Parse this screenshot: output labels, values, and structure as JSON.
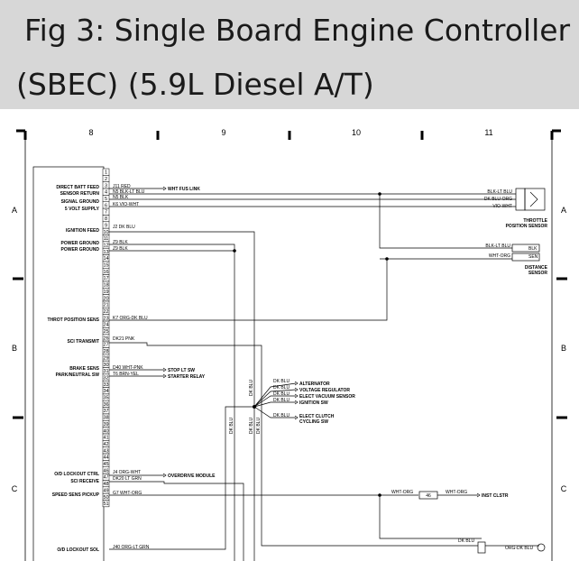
{
  "title": {
    "line1": "Fig 3: Single Board Engine Controller",
    "line2": "(SBEC) (5.9L Diesel A/T)"
  },
  "grid": {
    "columns": [
      "8",
      "9",
      "10",
      "11"
    ],
    "rows": [
      "A",
      "B",
      "C"
    ]
  },
  "controller": {
    "pins": [
      "1",
      "2",
      "3",
      "4",
      "5",
      "6",
      "7",
      "8",
      "9",
      "10",
      "11",
      "12",
      "13",
      "14",
      "15",
      "16",
      "17",
      "18",
      "19",
      "20",
      "21",
      "22",
      "23",
      "24",
      "25",
      "26",
      "27",
      "28",
      "29",
      "30",
      "31",
      "32",
      "33",
      "34",
      "35",
      "36",
      "37",
      "38",
      "39",
      "40",
      "41",
      "42",
      "43",
      "44",
      "45",
      "46",
      "47",
      "48",
      "49",
      "50",
      "51"
    ],
    "signals": {
      "direct_batt": "DIRECT BATT FEED",
      "sensor_return": "SENSOR RETURN",
      "signal_ground": "SIGNAL GROUND",
      "five_volt": "5 VOLT SUPPLY",
      "ignition_feed": "IGNITION FEED",
      "power_ground_1": "POWER GROUND",
      "power_ground_2": "POWER GROUND",
      "throt_position": "THROT POSITION SENS",
      "sci_transmit": "SCI TRANSMIT",
      "brake_sens": "BRAKE SENS",
      "park_neutral": "PARK/NEUTRAL SW",
      "od_lockout_ctrl": "O/D LOCKOUT CTRL",
      "sci_receive": "SCI RECEIVE",
      "speed_sens": "SPEED SENS PICKUP",
      "od_lockout_sol": "O/D LOCKOUT SOL"
    }
  },
  "wires": {
    "j11": "J11 RED",
    "wht_fus": "WHT FUS LINK",
    "n5_blk_lt_blu": "N5 BLK-LT BLU",
    "n5_blk": "N5 BLK",
    "k6": "K6 VIO-WHT",
    "j2": "J2 DK BLU",
    "z9_blk_1": "Z9 BLK",
    "z9_blk_2": "Z9 BLK",
    "k7": "K7 ORG-DK BLU",
    "dk21": "DK21 PNK",
    "d40": "D40 WHT-PNK",
    "t6": "T6 BRN-YEL",
    "j4": "J4 ORG-WHT",
    "dk20": "DK20 LT GRN",
    "g7": "G7 WHT-ORG",
    "j40": "J40 ORG-LT GRN",
    "dk_blu_a": "DK BLU",
    "dk_blu_b": "DK BLU",
    "dk_blu_c": "DK BLU",
    "dk_blu_d": "DK BLU",
    "dk_blu_e": "DK BLU",
    "dk_blu_f": "DK BLU",
    "dk_blu_g": "DK BLU",
    "dk_blu_h": "DK BLU",
    "dk_blu_i": "DK BLU",
    "blk_lt_blu_r": "BLK-LT BLU",
    "dk_blu_org_r": "DK BLU-ORG",
    "vio_wht_r": "VIO-WHT",
    "blk_lt_blu_d": "BLK-LT BLU",
    "wht_org_d": "WHT-ORG",
    "blk_d": "BLK",
    "sen_d": "SEN",
    "wht_org_c1": "WHT-ORG",
    "wht_org_c2": "WHT-ORG",
    "dk_blu_bottom": "DK BLU",
    "org_dk_blu_bottom": "ORG-DK BLU"
  },
  "components": {
    "stop_lt": "STOP LT SW",
    "starter_relay": "STARTER RELAY",
    "overdrive_module": "OVERDRIVE MODULE",
    "alternator": "ALTERNATOR",
    "voltage_regulator": "VOLTAGE REGULATOR",
    "elect_vacuum": "ELECT VACUUM SENSOR",
    "ignition_sw": "IGNITION SW",
    "elect_clutch": "ELECT CLUTCH",
    "cycling_sw": "CYCLING SW",
    "throttle_sensor_1": "THROTTLE",
    "throttle_sensor_2": "POSITION SENSOR",
    "distance_sensor_1": "DISTANCE",
    "distance_sensor_2": "SENSOR",
    "inst_clstr": "INST CLSTR",
    "connector_46": "46"
  }
}
